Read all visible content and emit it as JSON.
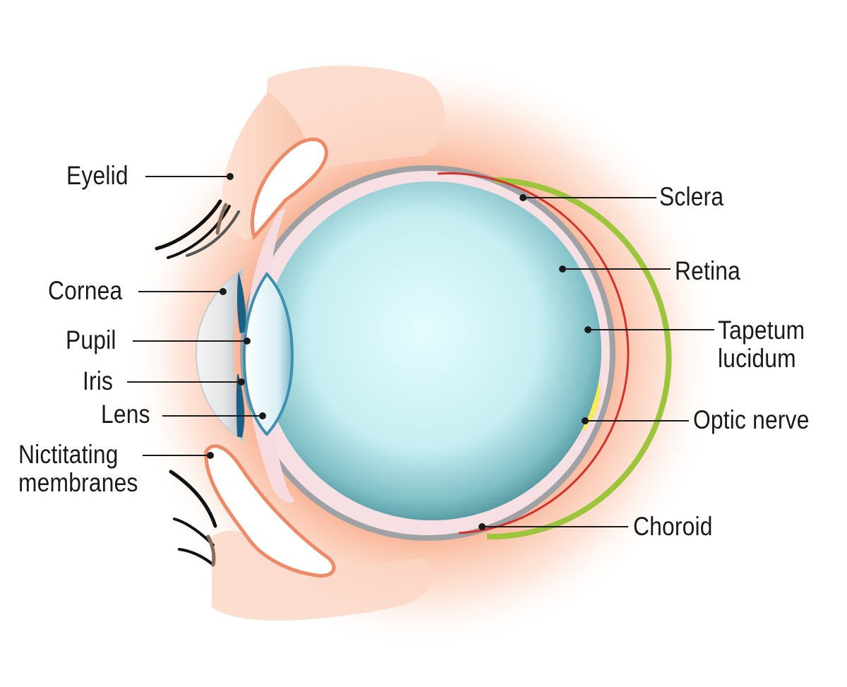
{
  "diagram": {
    "labels": {
      "eyelid": "Eyelid",
      "cornea": "Cornea",
      "pupil": "Pupil",
      "iris": "Iris",
      "lens": "Lens",
      "nictitating_line1": "Nictitating",
      "nictitating_line2": "membranes",
      "sclera": "Sclera",
      "retina": "Retina",
      "tapetum_line1": "Tapetum",
      "tapetum_line2": "lucidum",
      "optic_nerve": "Optic nerve",
      "choroid": "Choroid"
    },
    "colors": {
      "background_glow": "#f9b99a",
      "eyelid_skin": "#fbd3bf",
      "eyelid_outline": "#ee8a66",
      "vitreous_center": "#e2fbfd",
      "vitreous_edge": "#2f7b84",
      "sclera": "#9ea2a4",
      "retina": "#d6302a",
      "tapetum": "#9cc53b",
      "optic_nerve": "#f3ec58",
      "choroid_pink": "#f8dbe0",
      "iris": "#1b5f85",
      "lens": "#cfe9f2",
      "leader_line": "#1a1a1a"
    }
  }
}
